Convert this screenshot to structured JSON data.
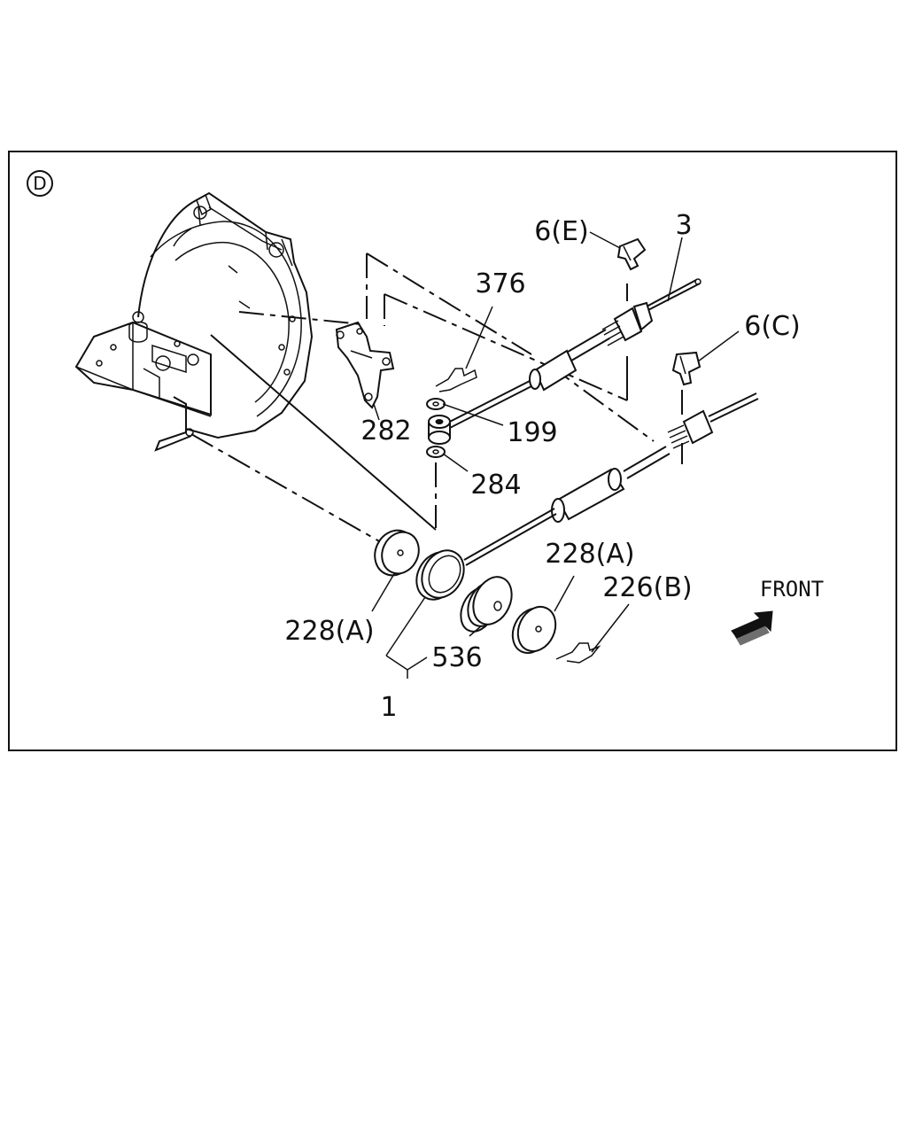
{
  "diagram": {
    "section_letter": "D",
    "front_label": "FRONT",
    "callouts": {
      "c376": "376",
      "c6e": "6(E)",
      "c3": "3",
      "c6c": "6(C)",
      "c282": "282",
      "c199": "199",
      "c284": "284",
      "c228a_right": "228(A)",
      "c226b": "226(B)",
      "c228a_left": "228(A)",
      "c536": "536",
      "c1": "1"
    }
  }
}
